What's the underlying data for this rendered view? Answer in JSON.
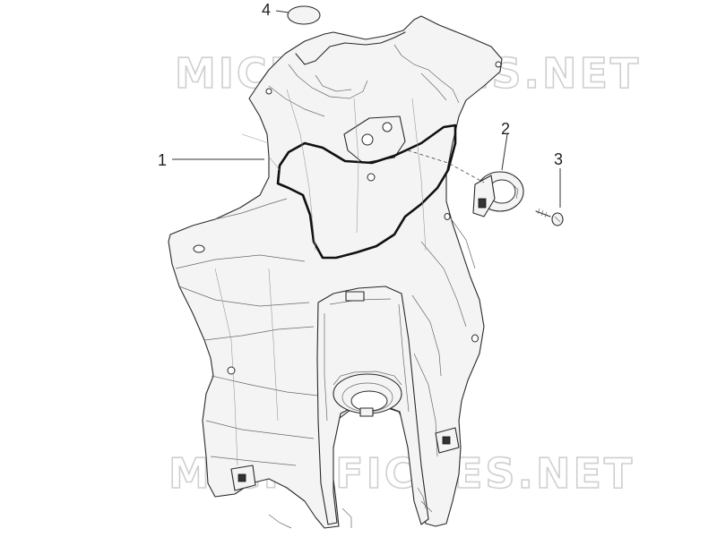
{
  "watermark": "MICROFICHES.NET",
  "callouts": [
    {
      "id": "1",
      "label": "1"
    },
    {
      "id": "2",
      "label": "2"
    },
    {
      "id": "3",
      "label": "3"
    },
    {
      "id": "4",
      "label": "4"
    }
  ]
}
